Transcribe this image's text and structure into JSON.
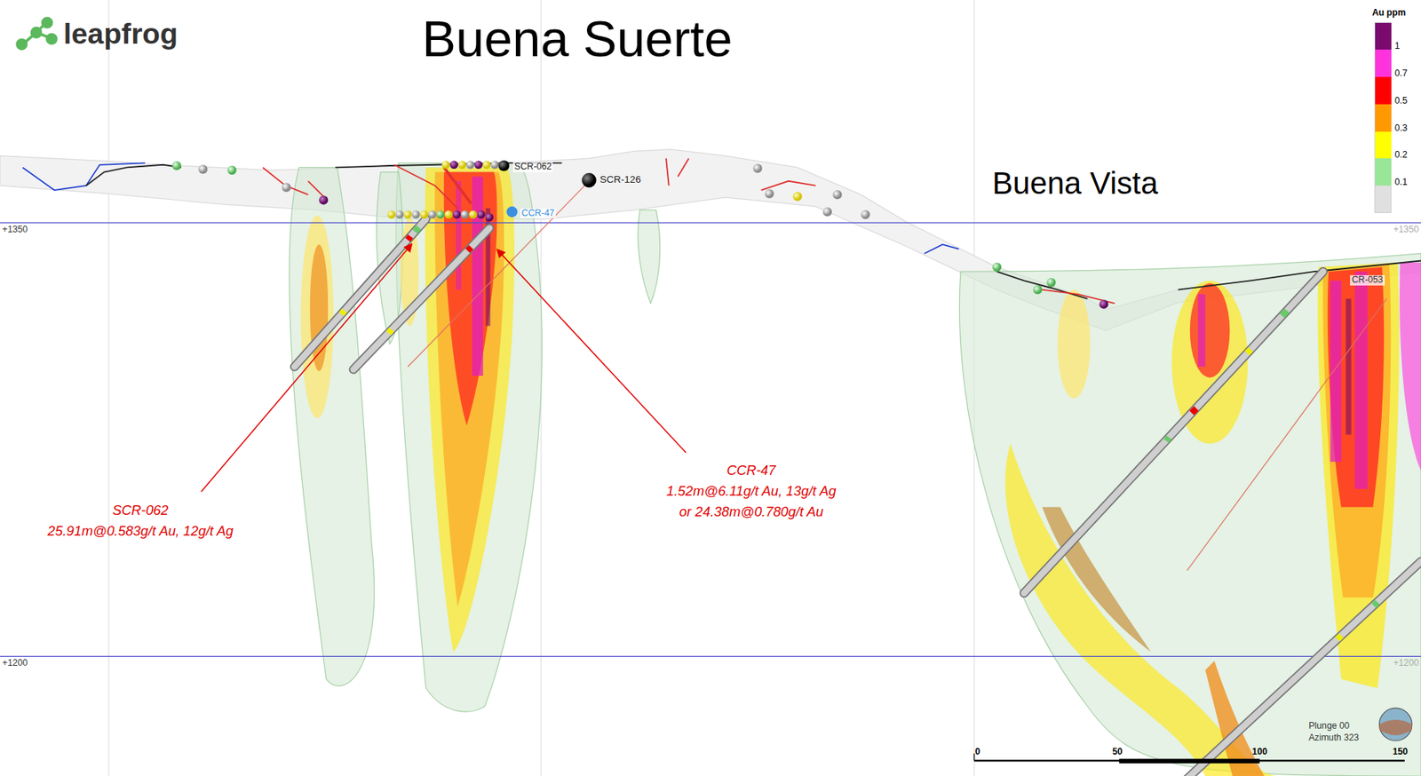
{
  "diagram": {
    "title": "Buena Suerte",
    "labels": [
      "leapfrog",
      "Buena Vista",
      "Au ppm",
      "+1350",
      "+1350",
      "+1200",
      "+1200",
      "SCR-062",
      "SCR-126",
      "CCR-47",
      "CR-053",
      "SCR-062",
      "25.91m@0.583g/t Au, 12g/t Ag",
      "CCR-47",
      "1.52m@6.11g/t Au, 13g/t Ag",
      "or 24.38m@0.780g/t Au",
      "0",
      "50",
      "100",
      "150",
      "Plunge 00",
      "Azimuth 323"
    ],
    "legend": [
      {
        "text": "1",
        "color": "#7a0a6e"
      },
      {
        "text": "0.7",
        "color": "#ff33dd"
      },
      {
        "text": "0.5",
        "color": "#ff0000"
      },
      {
        "text": "0.3",
        "color": "#ff9900"
      },
      {
        "text": "0.2",
        "color": "#ffff00"
      },
      {
        "text": "0.1",
        "color": "#99e699"
      }
    ]
  }
}
